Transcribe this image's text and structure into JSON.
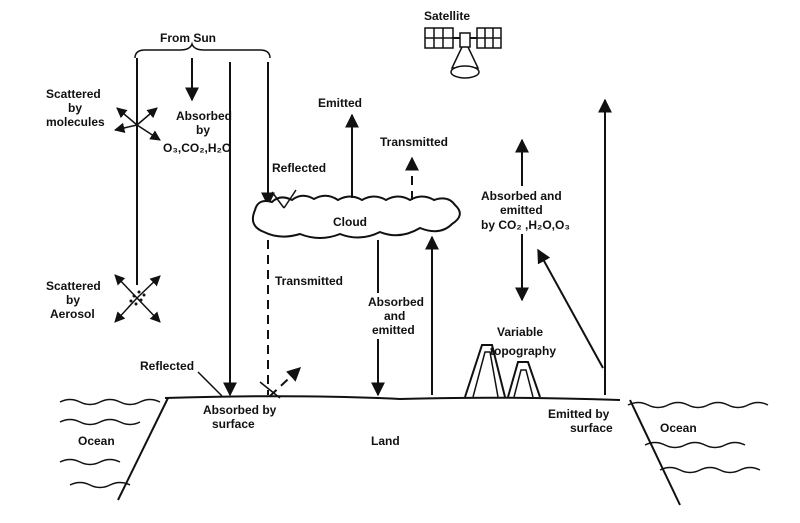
{
  "labels": {
    "from_sun": "From Sun",
    "satellite": "Satellite",
    "scattered_molecules": [
      "Scattered",
      "by",
      "molecules"
    ],
    "absorbed_gases": [
      "Absorbed",
      "by",
      "O₃,CO₂,H₂O"
    ],
    "emitted": "Emitted",
    "transmitted_top": "Transmitted",
    "reflected_cloud": "Reflected",
    "cloud": "Cloud",
    "absorbed_emitted_gases": [
      "Absorbed and",
      "emitted",
      "by CO₂ ,H₂O,O₃"
    ],
    "scattered_aerosol": [
      "Scattered",
      "by",
      "Aerosol"
    ],
    "transmitted_below": "Transmitted",
    "absorbed_emitted": [
      "Absorbed",
      "and",
      "emitted"
    ],
    "topography": [
      "Variable",
      "topography"
    ],
    "reflected_surface": "Reflected",
    "absorbed_surface": [
      "Absorbed by",
      "surface"
    ],
    "emitted_surface": [
      "Emitted by",
      "surface"
    ],
    "ocean_left": "Ocean",
    "land": "Land",
    "ocean_right": "Ocean"
  }
}
